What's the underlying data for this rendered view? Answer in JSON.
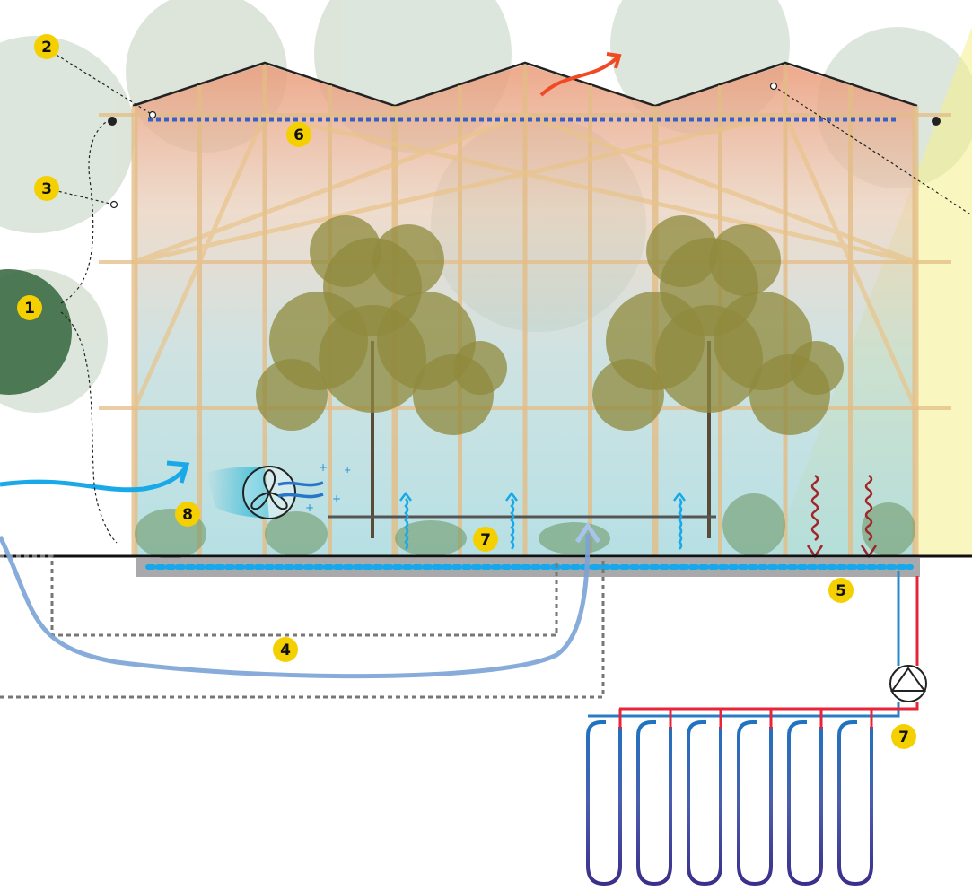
{
  "colors": {
    "label_fill": "#f5d000",
    "roof_warm": "#e8805a",
    "cool_air": "#1fa7e6",
    "hot_pipe": "#e8243a",
    "cold_pipe": "#2a7cc4",
    "heat_wave": "#a0262a",
    "slab": "#a9a9ab",
    "duct": "#777777",
    "sun_cone": "#f4f08a"
  },
  "labels": [
    {
      "id": "1",
      "text": "1",
      "target": "facade"
    },
    {
      "id": "2",
      "text": "2",
      "target": "roof-vent"
    },
    {
      "id": "3",
      "text": "3",
      "target": "facade-screen"
    },
    {
      "id": "4",
      "text": "4",
      "target": "ground-duct"
    },
    {
      "id": "5",
      "text": "5",
      "target": "floor-heating"
    },
    {
      "id": "6",
      "text": "6",
      "target": "roof-misting-line"
    },
    {
      "id": "7a",
      "text": "7",
      "target": "floor-outlets"
    },
    {
      "id": "7b",
      "text": "7",
      "target": "ground-heat-pump"
    },
    {
      "id": "8",
      "text": "8",
      "target": "fan"
    }
  ],
  "structure": {
    "bays": 12,
    "ground_loops": 6
  }
}
